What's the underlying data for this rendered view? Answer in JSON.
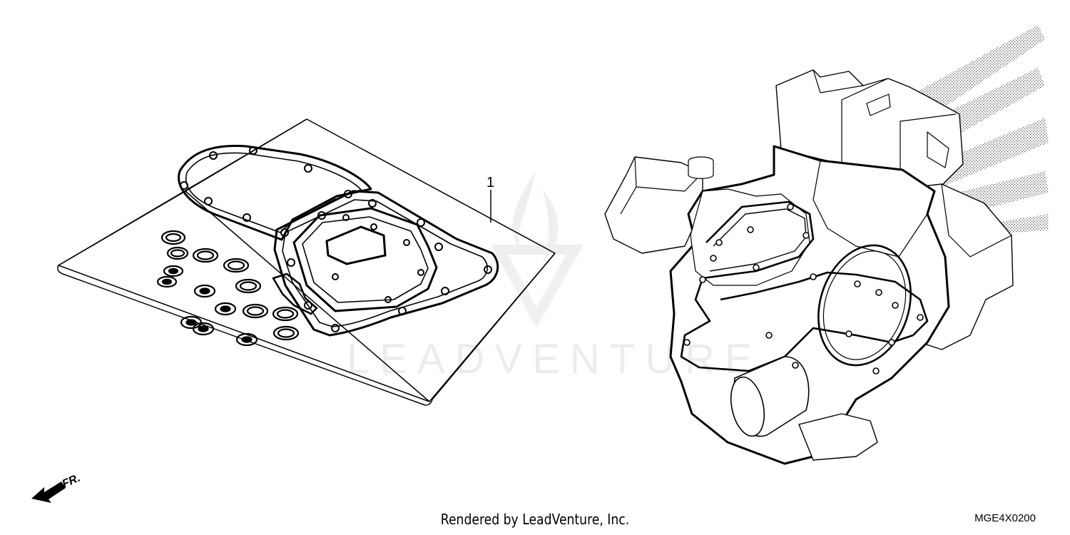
{
  "callout": {
    "label": "1"
  },
  "direction_marker": {
    "label": "FR.",
    "icon": "front-arrow-icon"
  },
  "watermark": {
    "text": "LEADVENTURE",
    "icon": "leadventure-flame-logo-icon"
  },
  "footer": {
    "credit": "Rendered by LeadVenture, Inc."
  },
  "diagram_code": "MGE4X0200",
  "colors": {
    "line": "#000000",
    "background": "#ffffff",
    "stipple": "#555555"
  }
}
